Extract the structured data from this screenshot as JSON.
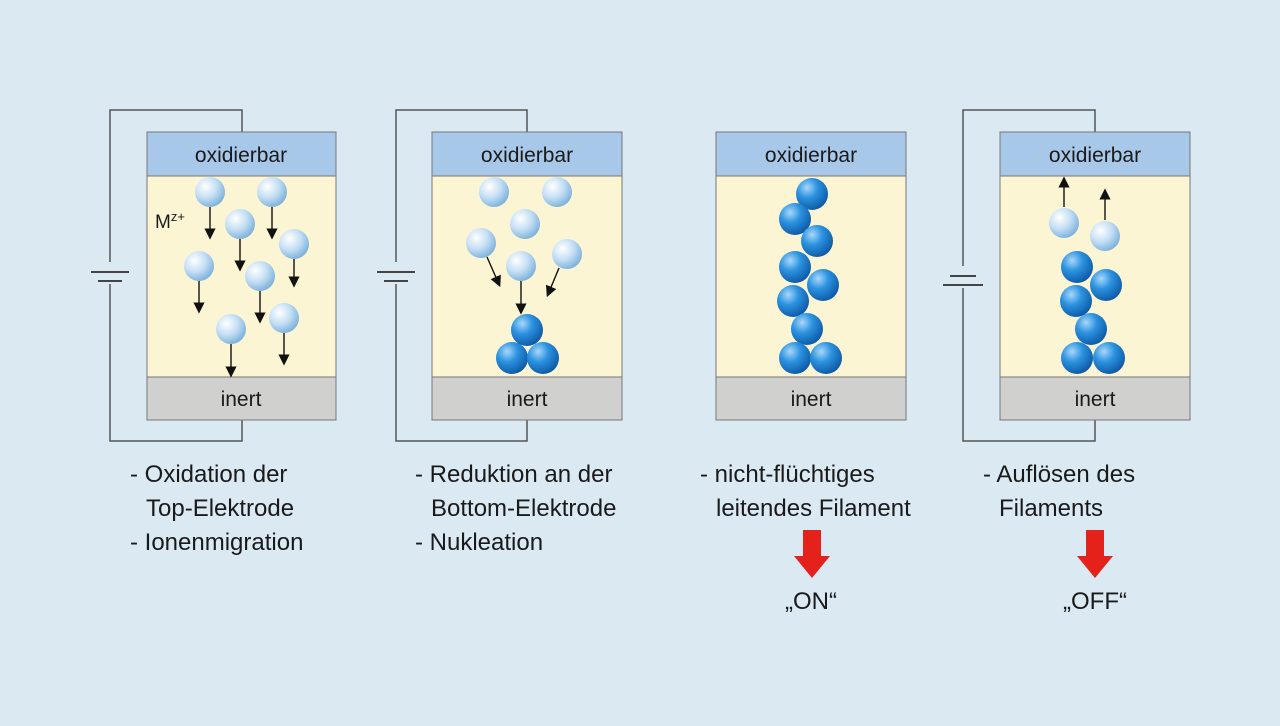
{
  "panels": [
    {
      "top_label": "oxidierbar",
      "bottom_label": "inert",
      "ion_label": "Mz+",
      "caption": [
        "- Oxidation der",
        "Top-Elektrode",
        "- Ionenmigration"
      ]
    },
    {
      "top_label": "oxidierbar",
      "bottom_label": "inert",
      "caption": [
        "- Reduktion an der",
        "Bottom-Elektrode",
        "- Nukleation"
      ]
    },
    {
      "top_label": "oxidierbar",
      "bottom_label": "inert",
      "caption": [
        "- nicht-flüchtiges",
        "leitendes Filament"
      ],
      "state": "„ON“"
    },
    {
      "top_label": "oxidierbar",
      "bottom_label": "inert",
      "caption": [
        "- Auflösen des",
        "Filaments"
      ],
      "state": "„OFF“"
    }
  ],
  "colors": {
    "background": "#dbe9f3",
    "top_electrode": "#a8c8ea",
    "electrolyte": "#fcf5d4",
    "bottom_electrode": "#d0d0cf",
    "ion": "#b9d9f3",
    "metal_atom": "#2f8fdb",
    "state_arrow": "#e4221b"
  }
}
